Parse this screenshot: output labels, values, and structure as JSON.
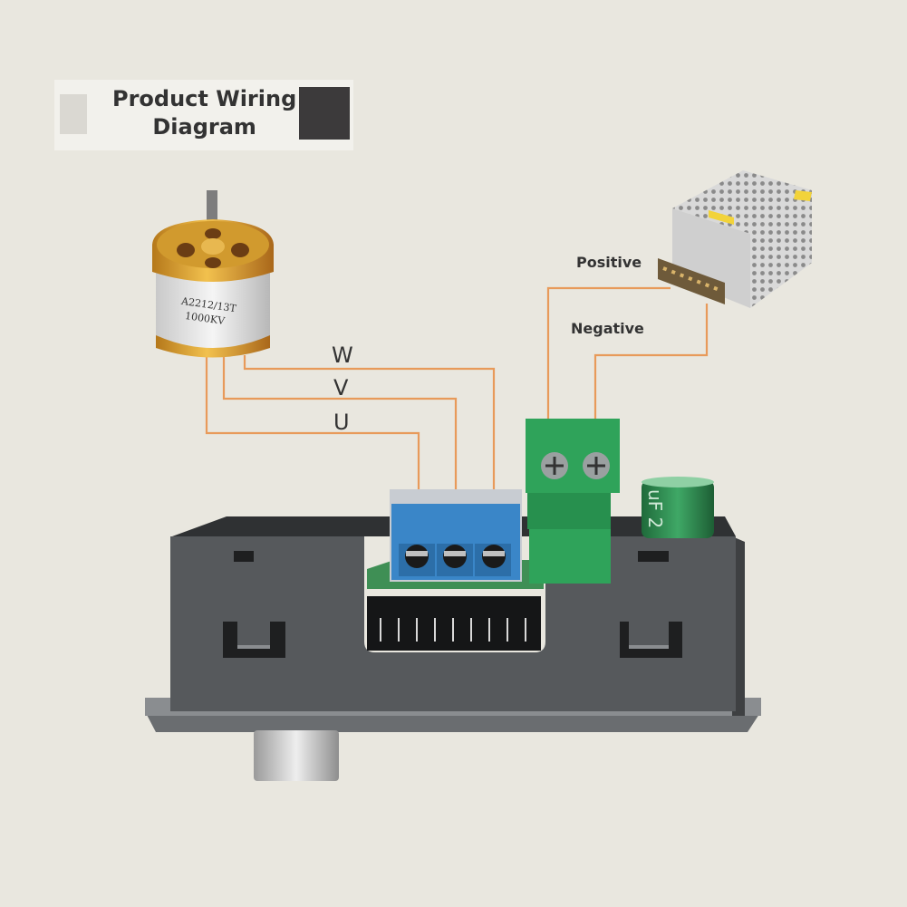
{
  "title": {
    "line1": "Product Wiring",
    "line2": "Diagram"
  },
  "wires": {
    "phase_labels": [
      "W",
      "V",
      "U"
    ],
    "positive_label": "Positive",
    "negative_label": "Negative",
    "color": "#e89a5a"
  },
  "motor": {
    "model_line1": "A2212/13T",
    "model_line2": "1000KV"
  },
  "capacitor": {
    "marking": "uF 2"
  },
  "colors": {
    "background": "#e9e7df",
    "terminal_blue": "#3a86c8",
    "terminal_green": "#2fa35a",
    "housing_gray": "#56595c"
  }
}
